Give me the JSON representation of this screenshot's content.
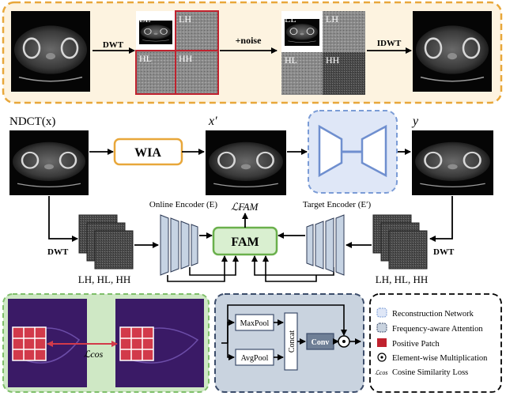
{
  "top_row": {
    "dwt_label": "DWT",
    "noise_label": "+noise",
    "idwt_label": "IDWT",
    "subbands": [
      "LL",
      "LH",
      "HL",
      "HH"
    ],
    "noisy_subbands": [
      "LL",
      "LH",
      "HL",
      "HH"
    ]
  },
  "middle_row": {
    "ndct_label": "NDCT(x)",
    "x_prime_label": "x′",
    "y_label": "y",
    "wia_label": "WIA"
  },
  "lower_row": {
    "online_encoder_label": "Online Encoder (E)",
    "target_encoder_label": "Target Encoder (E′)",
    "fam_label": "FAM",
    "loss_fam_label": "ℒFAM",
    "dwt_left": "DWT",
    "dwt_right": "DWT",
    "subband_list_left": "LH, HL, HH",
    "subband_list_right": "LH, HL, HH"
  },
  "bottom_row": {
    "cos_loss_label": "ℒcos",
    "fam_module": {
      "maxpool": "MaxPool",
      "avgpool": "AvgPool",
      "concat": "Concat",
      "conv": "Conv"
    },
    "legend": [
      {
        "icon": "reconstruction-network-swatch",
        "label": "Reconstruction Network"
      },
      {
        "icon": "frequency-attention-swatch",
        "label": "Frequency-aware Attention"
      },
      {
        "icon": "positive-patch-swatch",
        "label": "Positive Patch"
      },
      {
        "icon": "elementwise-mult-symbol",
        "label": "Element-wise Multiplication"
      },
      {
        "icon": "cosine-loss-symbol",
        "label": "Cosine Similarity Loss"
      }
    ],
    "legend_cos_symbol": "ℒcos"
  },
  "colors": {
    "top_border": "#e8a73a",
    "top_fill": "#fdf3e0",
    "wia_border": "#e8a73a",
    "recon_border": "#7b9cd6",
    "recon_fill": "#dfe7f7",
    "fam_border": "#6ab04c",
    "fam_fill": "#d9efd0",
    "green_panel_fill": "#cfe8c5",
    "green_panel_border": "#7fbf6a",
    "fam_module_fill": "#c9d3df",
    "fam_module_border": "#3c4d6b",
    "red_patch": "#d23a4a",
    "purple_map": "#3a1a66"
  }
}
